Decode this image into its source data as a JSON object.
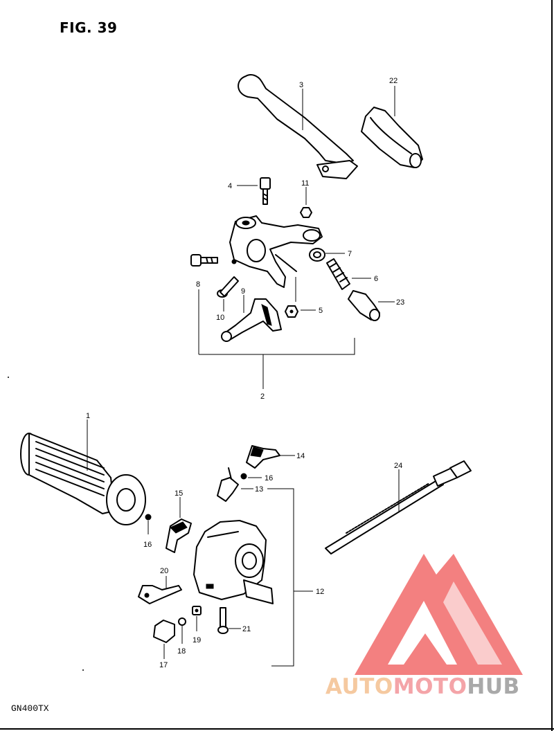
{
  "figure": {
    "title": "FIG. 39",
    "model": "GN400TX"
  },
  "labels": {
    "p1": "1",
    "p2": "2",
    "p3": "3",
    "p4": "4",
    "p5": "5",
    "p6": "6",
    "p7": "7",
    "p8": "8",
    "p9": "9",
    "p10": "10",
    "p11": "11",
    "p12": "12",
    "p13": "13",
    "p14": "14",
    "p15": "15",
    "p16a": "16",
    "p16b": "16",
    "p17": "17",
    "p18": "18",
    "p19": "19",
    "p20": "20",
    "p21": "21",
    "p22": "22",
    "p23": "23",
    "p24": "24"
  },
  "watermark": {
    "part1": "AUTO",
    "part2": "MOTO",
    "part3": "HUB",
    "color_auto": "#f5c9a0",
    "color_moto": "#f4a4a8",
    "color_hub": "#a9a9a9",
    "logo_color": "#f26b6b"
  }
}
